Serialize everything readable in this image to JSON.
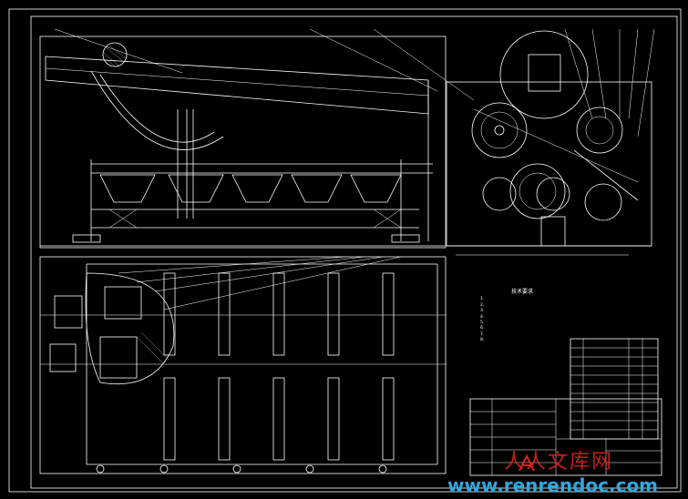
{
  "drawing": {
    "background": "#000000",
    "line_color": "#ffffff"
  },
  "notes": {
    "title": "技术要求",
    "items": [
      "1.",
      "2.",
      "3.",
      "4.",
      "5.",
      "6.",
      "7.",
      "8."
    ]
  },
  "watermark": {
    "chinese": "人人文库网",
    "url": "www.renrendoc.com",
    "red": "#dd2222",
    "blue": "#2fa7e0"
  }
}
